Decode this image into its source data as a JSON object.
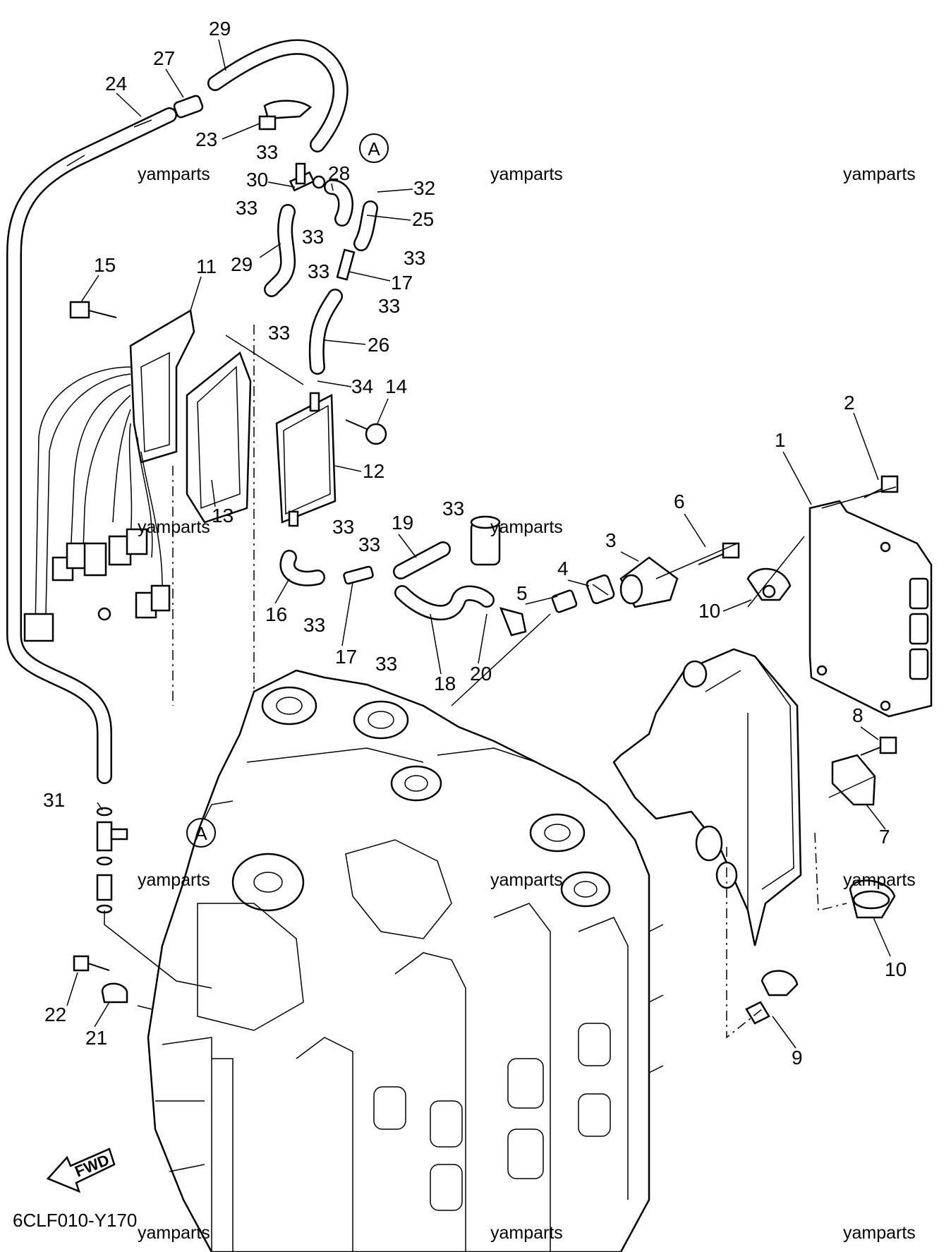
{
  "diagram_code": "6CLF010-Y170",
  "fwd_label": "FWD",
  "section_marker": "A",
  "watermarks": [
    "yamparts",
    "yamparts",
    "yamparts",
    "yamparts",
    "yamparts",
    "yamparts",
    "yamparts",
    "yamparts",
    "yamparts",
    "yamparts",
    "yamparts"
  ],
  "callouts": [
    "1",
    "2",
    "3",
    "4",
    "5",
    "6",
    "7",
    "8",
    "9",
    "10",
    "10",
    "11",
    "12",
    "13",
    "14",
    "15",
    "16",
    "17",
    "17",
    "18",
    "19",
    "20",
    "21",
    "22",
    "23",
    "24",
    "25",
    "26",
    "27",
    "28",
    "29",
    "29",
    "30",
    "31",
    "32",
    "33",
    "33",
    "33",
    "33",
    "33",
    "33",
    "33",
    "33",
    "33",
    "33",
    "33",
    "33",
    "34"
  ]
}
